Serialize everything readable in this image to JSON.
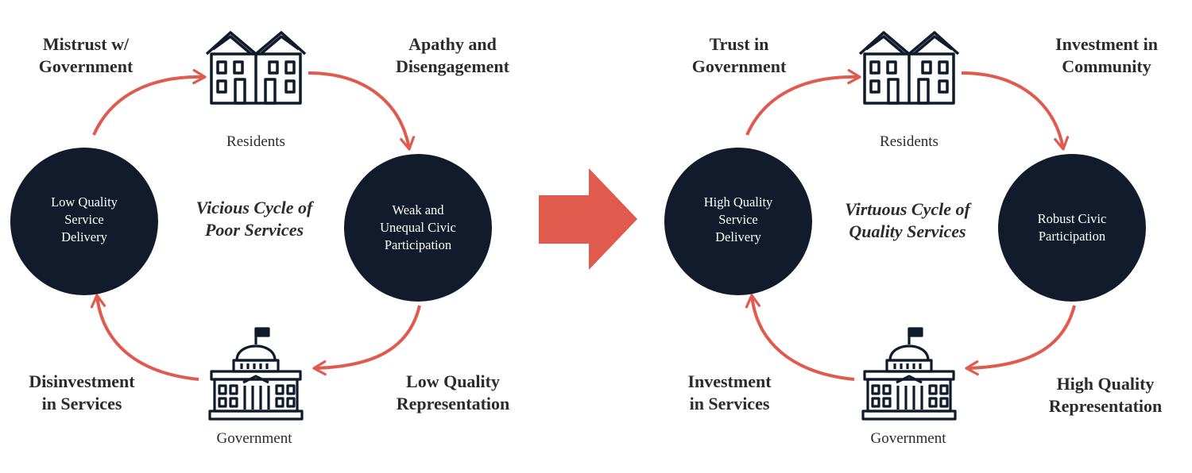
{
  "colors": {
    "accent": "#e05a4e",
    "node_fill": "#121b2b",
    "icon_stroke": "#0f1a2b",
    "text": "#2b2b2b"
  },
  "left_cycle": {
    "title_line1": "Vicious Cycle of",
    "title_line2": "Poor Services",
    "residents_label": "Residents",
    "government_label": "Government",
    "node_left_line1": "Low Quality",
    "node_left_line2": "Service",
    "node_left_line3": "Delivery",
    "node_right_line1": "Weak and",
    "node_right_line2": "Unequal Civic",
    "node_right_line3": "Participation",
    "edge_top_left_line1": "Mistrust w/",
    "edge_top_left_line2": "Government",
    "edge_top_right_line1": "Apathy and",
    "edge_top_right_line2": "Disengagement",
    "edge_bottom_right_line1": "Low Quality",
    "edge_bottom_right_line2": "Representation",
    "edge_bottom_left_line1": "Disinvestment",
    "edge_bottom_left_line2": "in Services"
  },
  "right_cycle": {
    "title_line1": "Virtuous Cycle of",
    "title_line2": "Quality Services",
    "residents_label": "Residents",
    "government_label": "Government",
    "node_left_line1": "High Quality",
    "node_left_line2": "Service",
    "node_left_line3": "Delivery",
    "node_right_line1": "Robust Civic",
    "node_right_line2": "Participation",
    "edge_top_left_line1": "Trust in",
    "edge_top_left_line2": "Government",
    "edge_top_right_line1": "Investment in",
    "edge_top_right_line2": "Community",
    "edge_bottom_right_line1": "High Quality",
    "edge_bottom_right_line2": "Representation",
    "edge_bottom_left_line1": "Investment",
    "edge_bottom_left_line2": "in Services"
  }
}
